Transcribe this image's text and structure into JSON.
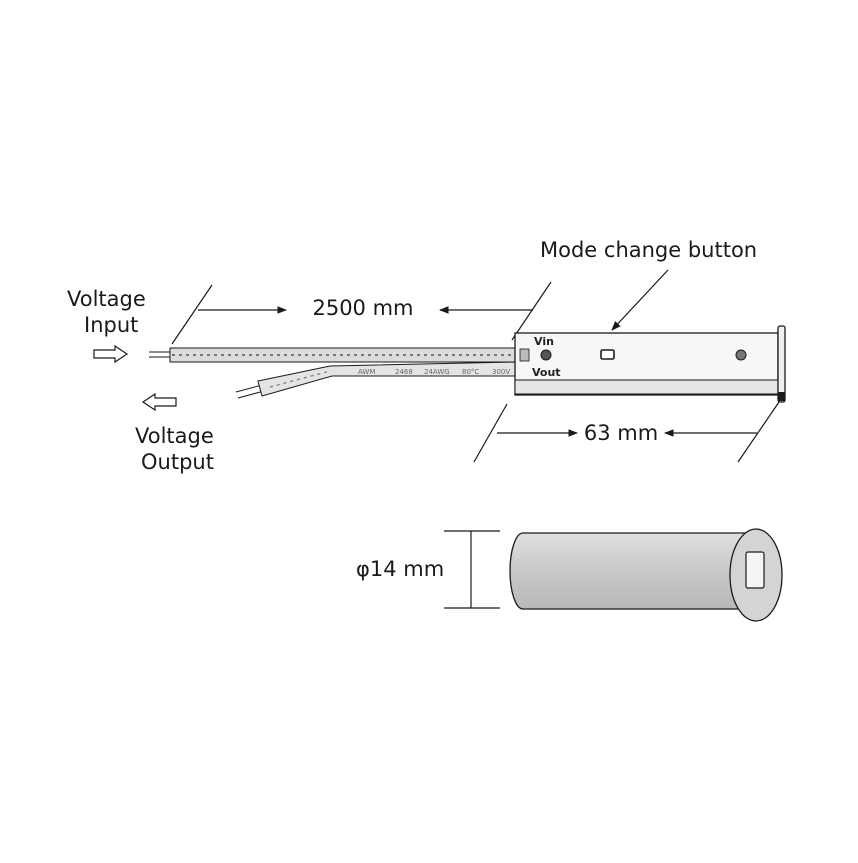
{
  "labels": {
    "voltage_input": [
      "Voltage",
      "Input"
    ],
    "voltage_output": [
      "Voltage",
      "Output"
    ],
    "cable_length": "2500 mm",
    "mode_button": "Mode change button",
    "body_length": "63 mm",
    "diameter": "φ14 mm",
    "vin": "Vin",
    "vout": "Vout",
    "cable_print": [
      "AWM",
      "2468",
      "24AWG",
      "80°C",
      "300V"
    ]
  },
  "icons": {
    "input_arrow": "hollow-right-arrow-icon",
    "output_arrow": "hollow-left-arrow-icon"
  },
  "colors": {
    "line": "#1a1a1a",
    "body_fill": "#cfcfcf",
    "cable_fill": "#dcdcdc"
  }
}
